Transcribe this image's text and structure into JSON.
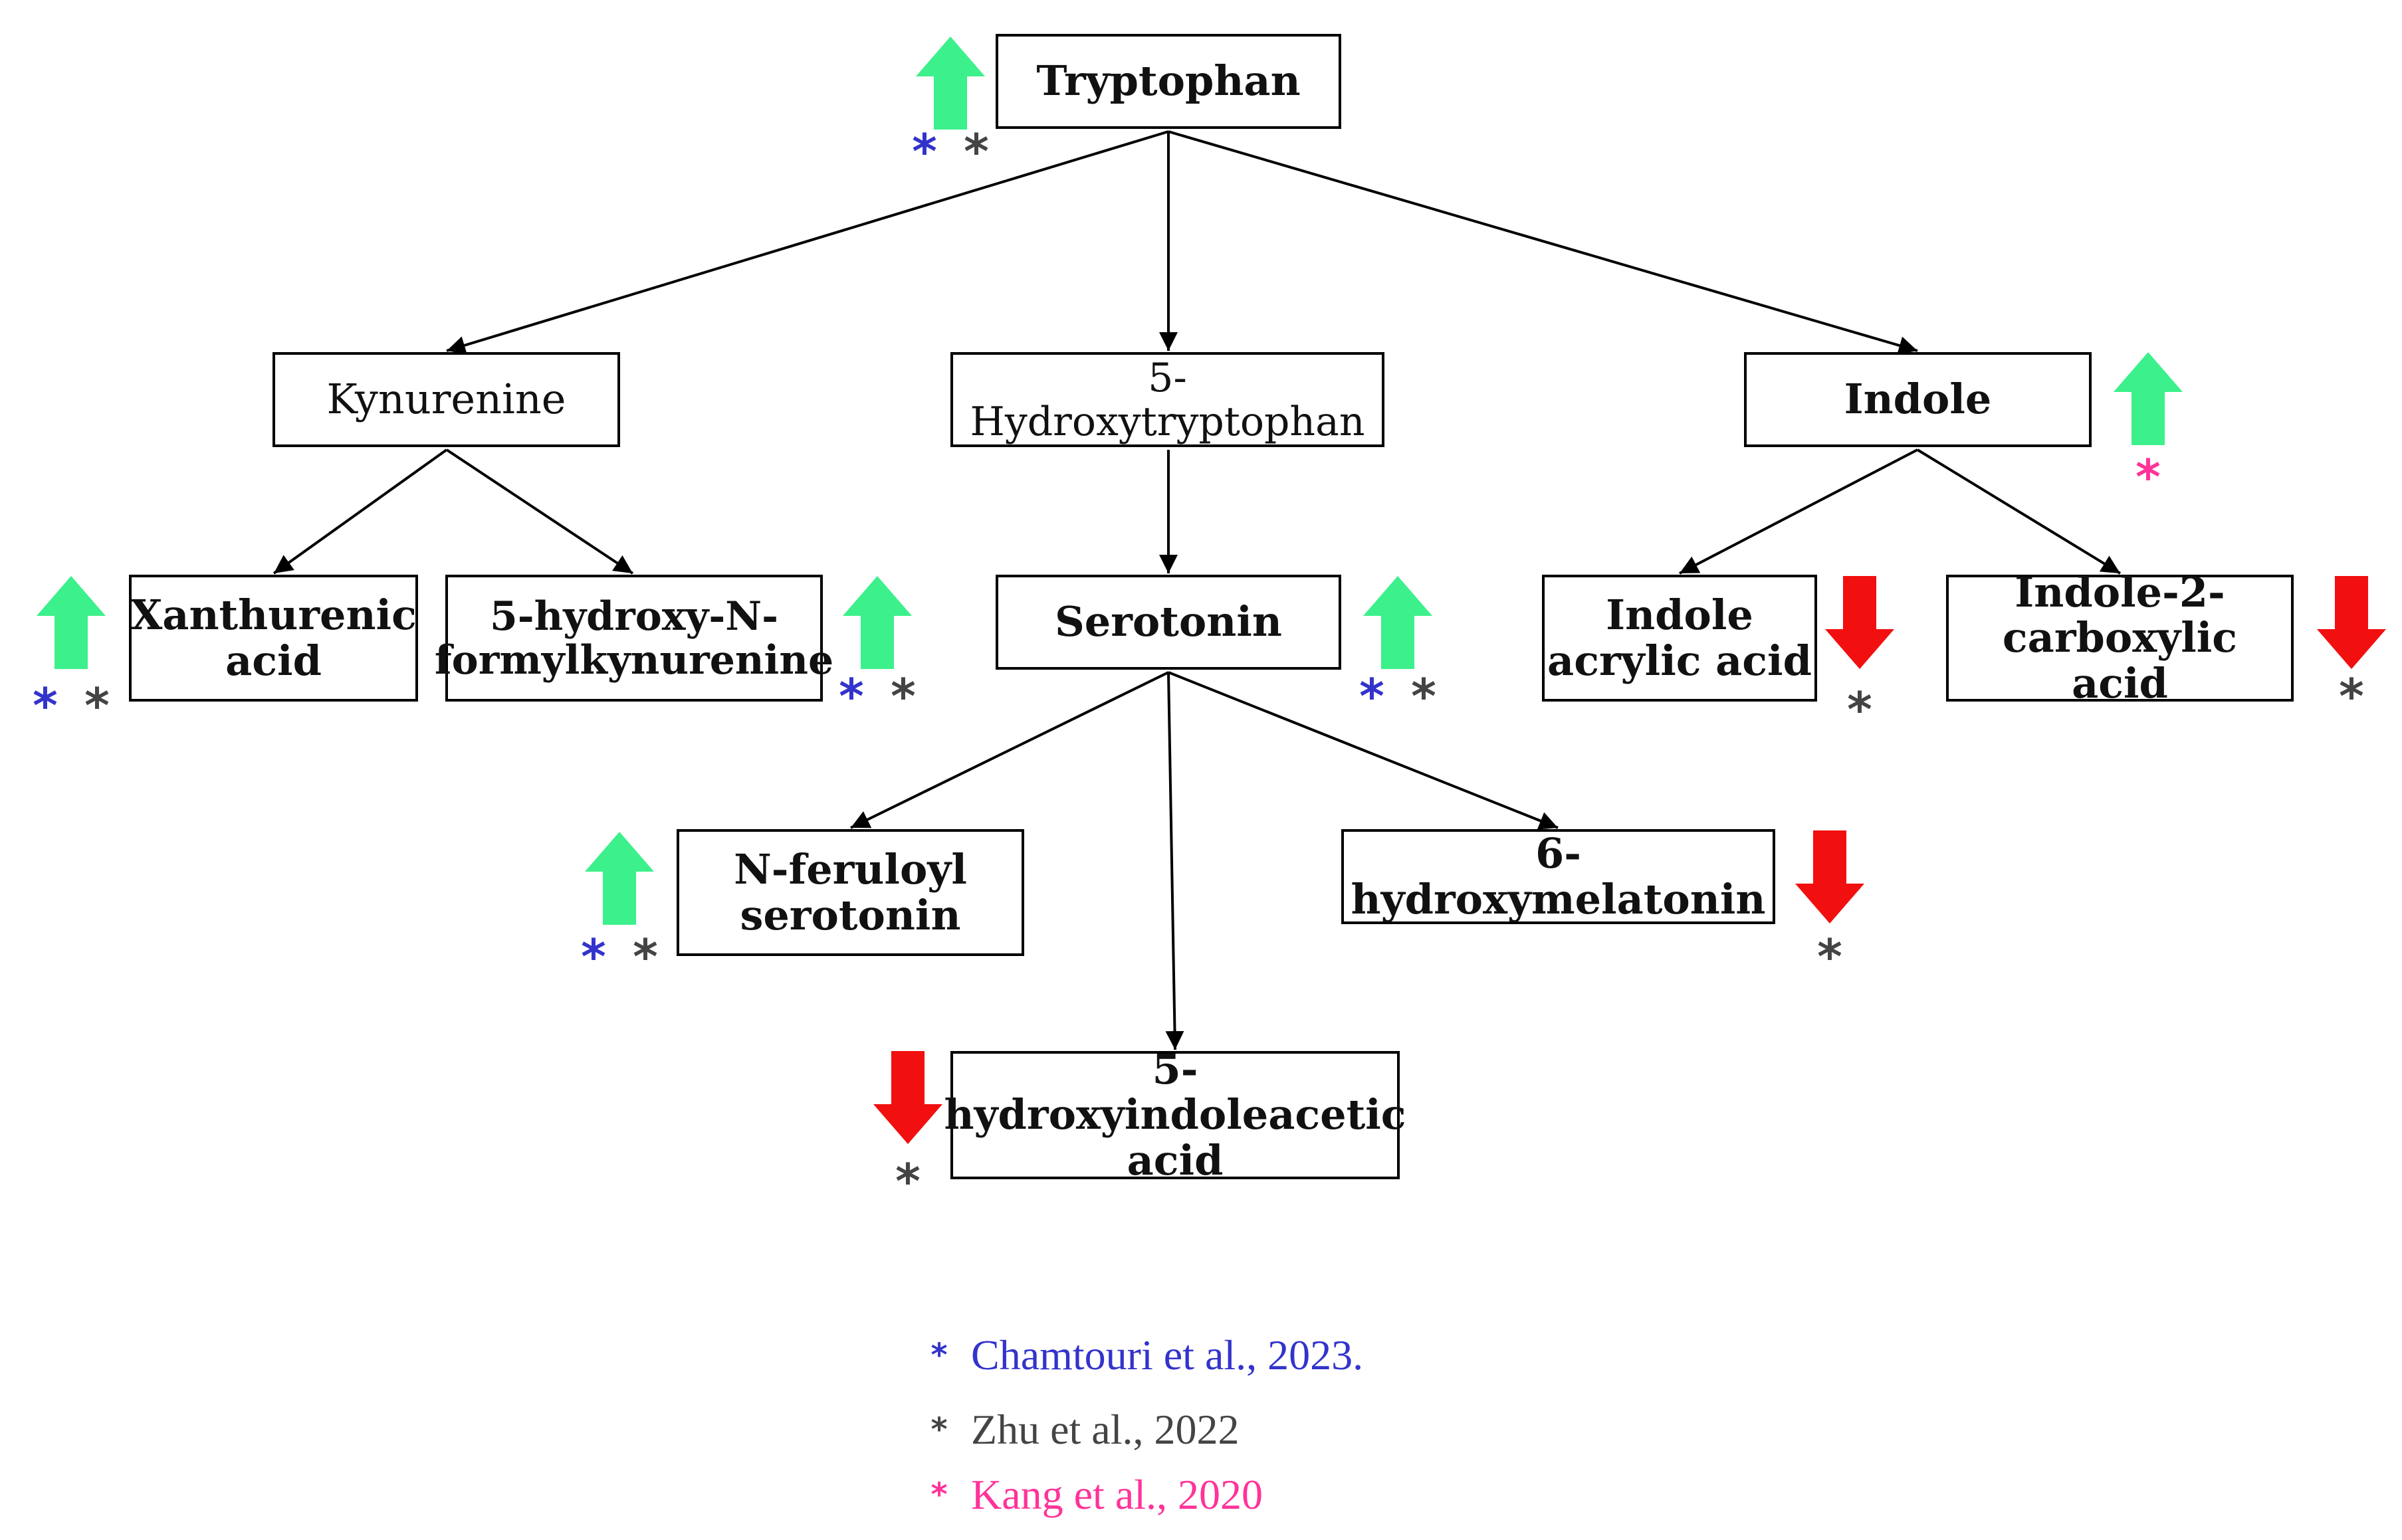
{
  "colors": {
    "up": "#3cf08c",
    "down": "#f20f0f",
    "chamtouri": "#3333cc",
    "zhu": "#444444",
    "kang": "#ff3399",
    "edge": "#000000"
  },
  "nodes": {
    "tryptophan": "Tryptophan",
    "kynurenine": "Kynurenine",
    "hydroxytryptophan": "5-Hydroxytryptophan",
    "indole": "Indole",
    "xanthurenic": "Xanthurenic\nacid",
    "hydroxy_formylkynurenine": "5-hydroxy-N-\nformylkynurenine",
    "serotonin": "Serotonin",
    "indole_acrylic": "Indole\nacrylic acid",
    "indole_carboxylic": "Indole-2-\ncarboxylic acid",
    "feruloyl_serotonin": "N-feruloyl\nserotonin",
    "hydroxymelatonin": "6-hydroxymelatonin",
    "hydroxyindoleacetic": "5-hydroxyindoleacetic\nacid"
  },
  "indicators": [
    {
      "node": "tryptophan",
      "direction": "up",
      "refs": [
        "chamtouri",
        "zhu"
      ]
    },
    {
      "node": "indole",
      "direction": "up",
      "refs": [
        "kang"
      ]
    },
    {
      "node": "xanthurenic",
      "direction": "up",
      "refs": [
        "chamtouri",
        "zhu"
      ]
    },
    {
      "node": "hydroxy_formylkynurenine",
      "direction": "up",
      "refs": [
        "chamtouri",
        "zhu"
      ]
    },
    {
      "node": "serotonin",
      "direction": "up",
      "refs": [
        "chamtouri",
        "zhu"
      ]
    },
    {
      "node": "indole_acrylic",
      "direction": "down",
      "refs": [
        "zhu"
      ]
    },
    {
      "node": "indole_carboxylic",
      "direction": "down",
      "refs": [
        "zhu"
      ]
    },
    {
      "node": "feruloyl_serotonin",
      "direction": "up",
      "refs": [
        "chamtouri",
        "zhu"
      ]
    },
    {
      "node": "hydroxymelatonin",
      "direction": "down",
      "refs": [
        "zhu"
      ]
    },
    {
      "node": "hydroxyindoleacetic",
      "direction": "down",
      "refs": [
        "zhu"
      ]
    }
  ],
  "legend": [
    {
      "ref": "chamtouri",
      "symbol": "*",
      "text": "Chamtouri et al., 2023."
    },
    {
      "ref": "zhu",
      "symbol": "*",
      "text": "Zhu et al., 2022"
    },
    {
      "ref": "kang",
      "symbol": "*",
      "text": "Kang et al., 2020"
    }
  ]
}
